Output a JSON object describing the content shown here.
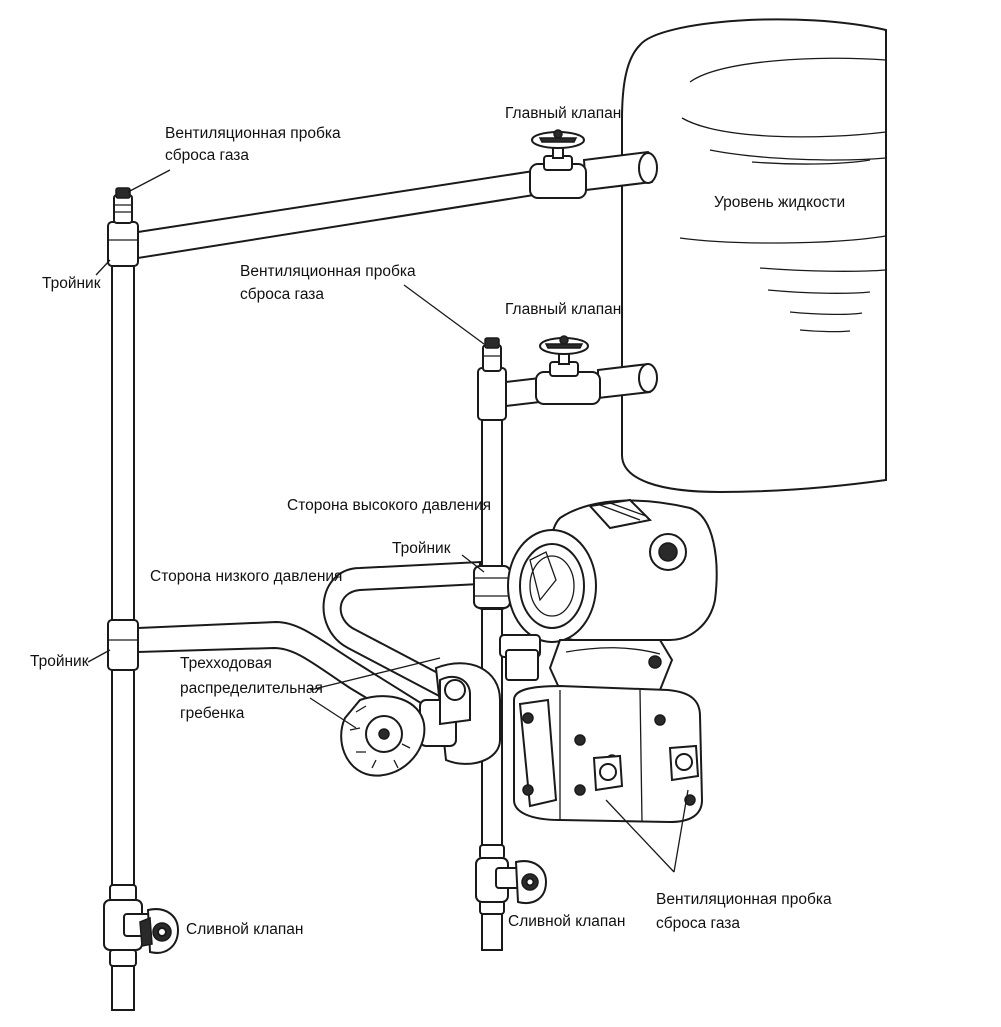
{
  "labels": {
    "vent_plug_low": [
      "Вентиляционная пробка",
      "сброса газа"
    ],
    "main_valve_upper": "Главный клапан",
    "liquid_level": "Уровень  жидкости",
    "tee_upper": "Тройник",
    "vent_plug_high": [
      "Вентиляционная пробка",
      "сброса газа"
    ],
    "main_valve_lower": "Главный клапан",
    "high_pressure_side": "Сторона  высокого давления",
    "tee_high": "Тройник",
    "low_pressure_side": "Сторона низкого давления",
    "tee_lower": "Тройник",
    "manifold": [
      "Трехходовая",
      "распределительная",
      "гребенка"
    ],
    "drain_valve_left": "Сливной клапан",
    "drain_valve_right": "Сливной клапан",
    "vent_plug_transmitter": [
      "Вентиляционная пробка",
      "сброса газа"
    ]
  },
  "colors": {
    "line": "#1a1a1a",
    "background": "#ffffff",
    "text": "#111111"
  }
}
